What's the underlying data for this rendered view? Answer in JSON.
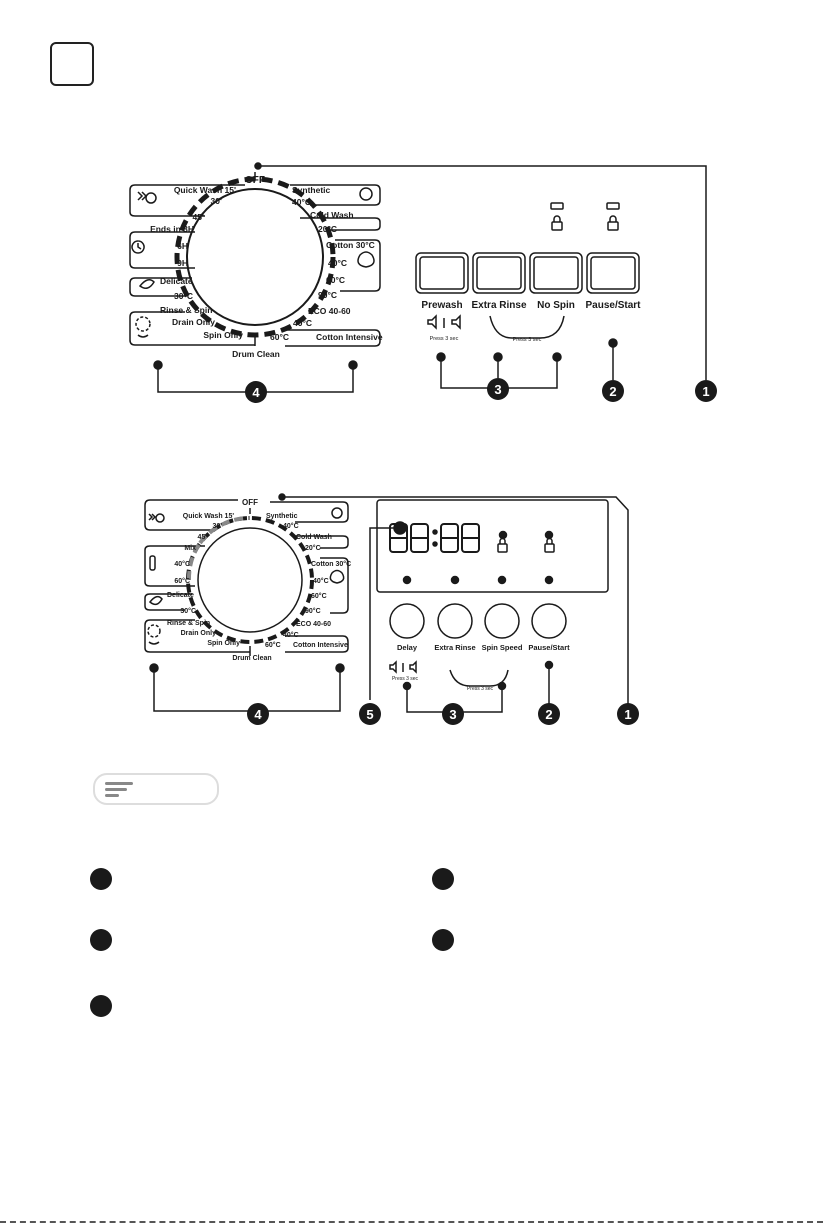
{
  "panel1": {
    "off": "OFF",
    "programs_left": [
      "Quick Wash 15'",
      "30'",
      "45'",
      "Ends in 3H",
      "6H",
      "9H",
      "Delicate",
      "30°C",
      "Rinse & Spin",
      "Drain Only",
      "Spin Only"
    ],
    "programs_right": [
      "Synthetic",
      "40°C",
      "Cold Wash",
      "20°C",
      "Cotton 30°C",
      "40°C",
      "60°C",
      "90°C",
      "ECO 40-60",
      "40°C",
      "Cotton Intensive",
      "60°C"
    ],
    "drum_clean": "Drum Clean",
    "buttons": [
      "Prewash",
      "Extra Rinse",
      "No Spin",
      "Pause/Start"
    ],
    "press_note": "Press 3 sec",
    "press_note2": "Press 3 sec",
    "callouts": [
      "1",
      "2",
      "3",
      "4"
    ]
  },
  "panel2": {
    "off": "OFF",
    "programs_left": [
      "Quick Wash 15'",
      "30'",
      "45'",
      "Mix",
      "40°C",
      "60°C",
      "Delicate",
      "30°C",
      "Rinse & Spin",
      "Drain Only",
      "Spin Only"
    ],
    "programs_right": [
      "Synthetic",
      "40°C",
      "Cold Wash",
      "20°C",
      "Cotton 30°C",
      "40°C",
      "60°C",
      "90°C",
      "ECO 40-60",
      "40°C",
      "Cotton Intensive",
      "60°C"
    ],
    "drum_clean": "Drum Clean",
    "display": "88:88",
    "buttons": [
      "Delay",
      "Extra Rinse",
      "Spin Speed",
      "Pause/Start"
    ],
    "press_note": "Press 3 sec",
    "press_note2": "Press 3 sec",
    "callouts": [
      "1",
      "2",
      "3",
      "4",
      "5"
    ]
  },
  "colors": {
    "ink": "#1a1a1a",
    "note_border": "#dddddd"
  }
}
